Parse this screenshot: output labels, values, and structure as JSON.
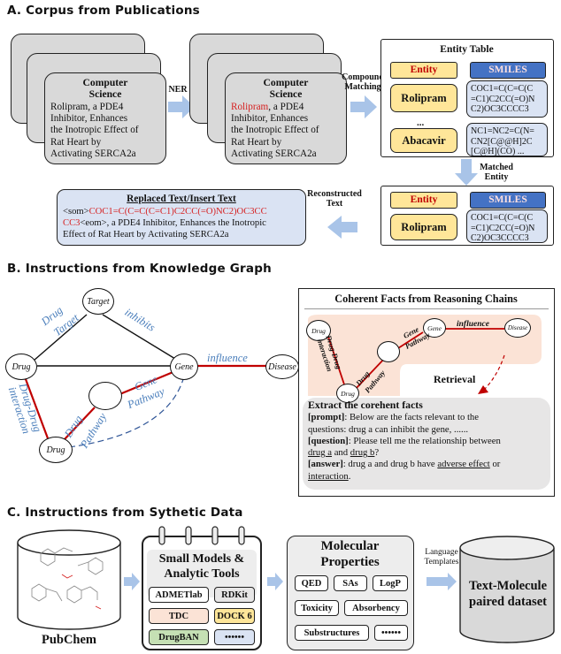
{
  "sectionA": {
    "title": "A. Corpus from Publications",
    "card_left": {
      "head_line1": "Computer",
      "head_line2": "Science",
      "body_lines": [
        "Rolipram, a PDE4",
        "Inhibitor, Enhances",
        "the Inotropic Effect of",
        "Rat Heart by",
        "Activating SERCA2a"
      ]
    },
    "ner_label": "NER",
    "card_mid": {
      "head_line1": "Computer",
      "head_line2": "Science",
      "highlight": "Rolipram",
      "first_rest": ", a PDE4",
      "body_lines": [
        "Inhibitor, Enhances",
        "the Inotropic Effect of",
        "Rat Heart by",
        "Activating SERCA2a"
      ]
    },
    "compound_label_1": "Compound",
    "compound_label_2": "Matching",
    "entity_table": {
      "title": "Entity Table",
      "col_entity": "Entity",
      "col_smiles": "SMILES",
      "row1_entity": "Rolipram",
      "row1_smiles": [
        "COC1=C(C=C(C",
        "=C1)C2CC(=O)N",
        "C2)OC3CCCC3"
      ],
      "ellipsis": "...",
      "row2_entity": "Abacavir",
      "row2_smiles": [
        "NC1=NC2=C(N=",
        "CN2[C@@H]2C",
        "[C@H](CO) ..."
      ]
    },
    "matched_label_1": "Matched",
    "matched_label_2": "Entity",
    "matched_table": {
      "col_entity": "Entity",
      "col_smiles": "SMILES",
      "row_entity": "Rolipram",
      "row_smiles": [
        "COC1=C(C=C(C",
        "=C1)C2CC(=O)N",
        "C2)OC3CCCC3"
      ]
    },
    "reconstructed_label_1": "Reconstructed",
    "reconstructed_label_2": "Text",
    "replaced": {
      "title": "Replaced Text/Insert Text",
      "som": "<som>",
      "smiles_a": "COC1=C(C=C(C=C1)C2CC(=O)NC2)OC3CC",
      "smiles_b": "CC3",
      "eom": "<eom>",
      "rest_a": ", a PDE4 Inhibitor, Enhances the Inotropic",
      "rest_b": "Effect  of Rat Heart by Activating SERCA2a"
    }
  },
  "sectionB": {
    "title": "B. Instructions from Knowledge Graph",
    "graph": {
      "node_target": "Target",
      "node_drug": "Drug",
      "node_gene": "Gene",
      "node_disease": "Disease",
      "node_drug2": "Drug",
      "lbl_drug_target_1": "Drug",
      "lbl_drug_target_2": "Target",
      "lbl_inhibits": "inhibits",
      "lbl_influence": "influence",
      "lbl_gene_pathway_1": "Gene",
      "lbl_gene_pathway_2": "Pathway",
      "lbl_ddi_1": "Drug-Drug",
      "lbl_ddi_2": "interaction",
      "lbl_drug_pathway_1": "Drug",
      "lbl_drug_pathway_2": "Pathway"
    },
    "facts": {
      "title": "Coherent Facts from Reasoning Chains",
      "mini_drug": "Drug",
      "mini_drug2": "Drug",
      "mini_gene": "Gene",
      "mini_disease": "Disease",
      "mini_ddi_1": "Drug-Drug",
      "mini_ddi_2": "interaction",
      "mini_dp_1": "Drug",
      "mini_dp_2": "Pathway",
      "mini_gp_1": "Gene",
      "mini_gp_2": "Pathway",
      "mini_influence": "influence",
      "retrieval": "Retrieval",
      "extract_title": "Extract the corehent facts",
      "prompt_tag": "[prompt]",
      "prompt_text_a": ": Below are the facts relevant to the",
      "prompt_text_b": "questions: drug a can inhibit the gene, ......",
      "question_tag": "[question]",
      "question_text_a": ": Please tell me the relationship between",
      "question_drug_a": "drug a",
      "question_and": " and ",
      "question_drug_b": "drug b",
      "question_end": "?",
      "answer_tag": "[answer]",
      "answer_text_a": ": drug a and drug b have ",
      "answer_adverse": "adverse effect",
      "answer_or": " or",
      "answer_interaction": "interaction",
      "answer_dot": "."
    }
  },
  "sectionC": {
    "title": "C. Instructions from Sythetic Data",
    "pubchem": "PubChem",
    "tools_title_1": "Small Models &",
    "tools_title_2": "Analytic Tools",
    "tools": [
      "ADMETlab",
      "RDKit",
      "TDC",
      "DOCK 6",
      "DrugBAN",
      "••••••"
    ],
    "props_title_1": "Molecular",
    "props_title_2": "Properties",
    "props": [
      "QED",
      "SAs",
      "LogP",
      "Toxicity",
      "Absorbency",
      "Substructures",
      "••••••"
    ],
    "lang_1": "Language",
    "lang_2": "Templates",
    "dataset_1": "Text-Molecule",
    "dataset_2": "paired dataset"
  },
  "colors": {
    "yellow": "#ffe699",
    "blue": "#4472c4",
    "light_blue": "#dae3f3",
    "arrow": "#a9c4e8",
    "red": "#d62020",
    "edge_blue": "#4a7ebb",
    "peach": "#fbe3d6"
  }
}
